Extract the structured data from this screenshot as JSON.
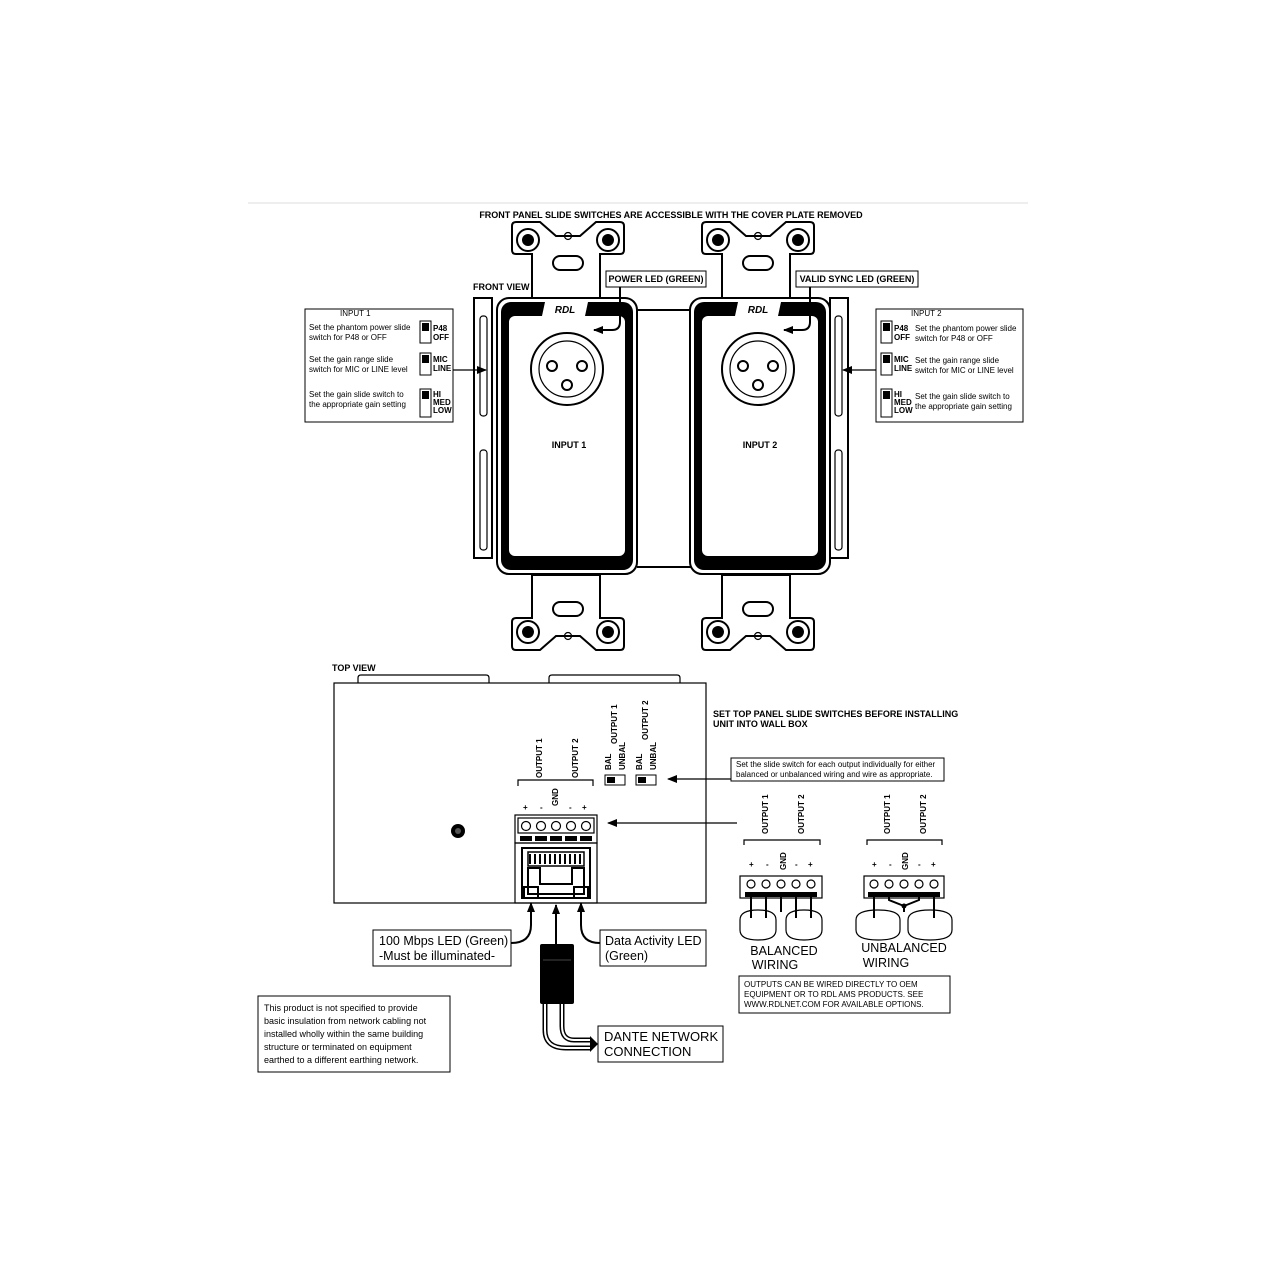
{
  "header": {
    "title": "FRONT PANEL SLIDE SWITCHES ARE ACCESSIBLE WITH THE COVER PLATE REMOVED"
  },
  "front_view": {
    "label": "FRONT VIEW",
    "brand": "RDL",
    "power_led": "POWER LED (GREEN)",
    "sync_led": "VALID SYNC LED (GREEN)",
    "input1_label": "INPUT 1",
    "input2_label": "INPUT 2"
  },
  "input1_box": {
    "title": "INPUT 1",
    "phantom_l1": "Set the phantom power slide",
    "phantom_l2": "switch for P48 or OFF",
    "gainrange_l1": "Set the gain range slide",
    "gainrange_l2": "switch for MIC or LINE level",
    "gain_l1": "Set the gain slide switch to",
    "gain_l2": "the appropriate gain setting",
    "sw_p48": "P48",
    "sw_off": "OFF",
    "sw_mic": "MIC",
    "sw_line": "LINE",
    "sw_hi": "HI",
    "sw_med": "MED",
    "sw_low": "LOW"
  },
  "input2_box": {
    "title": "INPUT 2",
    "phantom_l1": "Set the phantom power slide",
    "phantom_l2": "switch for P48 or OFF",
    "gainrange_l1": "Set the gain range slide",
    "gainrange_l2": "switch for MIC or LINE level",
    "gain_l1": "Set the gain slide switch to",
    "gain_l2": "the appropriate gain setting",
    "sw_p48": "P48",
    "sw_off": "OFF",
    "sw_mic": "MIC",
    "sw_line": "LINE",
    "sw_hi": "HI",
    "sw_med": "MED",
    "sw_low": "LOW"
  },
  "top_view": {
    "label": "TOP VIEW",
    "output1": "OUTPUT 1",
    "output2": "OUTPUT 2",
    "gnd": "GND",
    "plus": "+",
    "minus": "-",
    "bal": "BAL",
    "unbal": "UNBAL"
  },
  "notes": {
    "install_l1": "SET TOP PANEL SLIDE SWITCHES BEFORE INSTALLING",
    "install_l2": "UNIT INTO WALL BOX",
    "slide_l1": "Set the slide switch for each output individually for either",
    "slide_l2": "balanced or unbalanced wiring and wire as appropriate.",
    "led100_l1": "100 Mbps LED (Green)",
    "led100_l2": "-Must be illuminated-",
    "activity_l1": "Data Activity LED",
    "activity_l2": "(Green)",
    "dante_l1": "DANTE NETWORK",
    "dante_l2": "CONNECTION",
    "balanced_l1": "BALANCED",
    "balanced_l2": "WIRING",
    "unbalanced_l1": "UNBALANCED",
    "unbalanced_l2": "WIRING",
    "oem_l1": "OUTPUTS CAN BE WIRED DIRECTLY TO OEM",
    "oem_l2": "EQUIPMENT OR TO RDL AMS PRODUCTS. SEE",
    "oem_l3": "WWW.RDLNET.COM FOR AVAILABLE OPTIONS.",
    "safety_l1": "This product is not specified to provide",
    "safety_l2": "basic insulation from network cabling not",
    "safety_l3": "installed wholly within the same building",
    "safety_l4": "structure or terminated on equipment",
    "safety_l5": "earthed to a different earthing network."
  }
}
